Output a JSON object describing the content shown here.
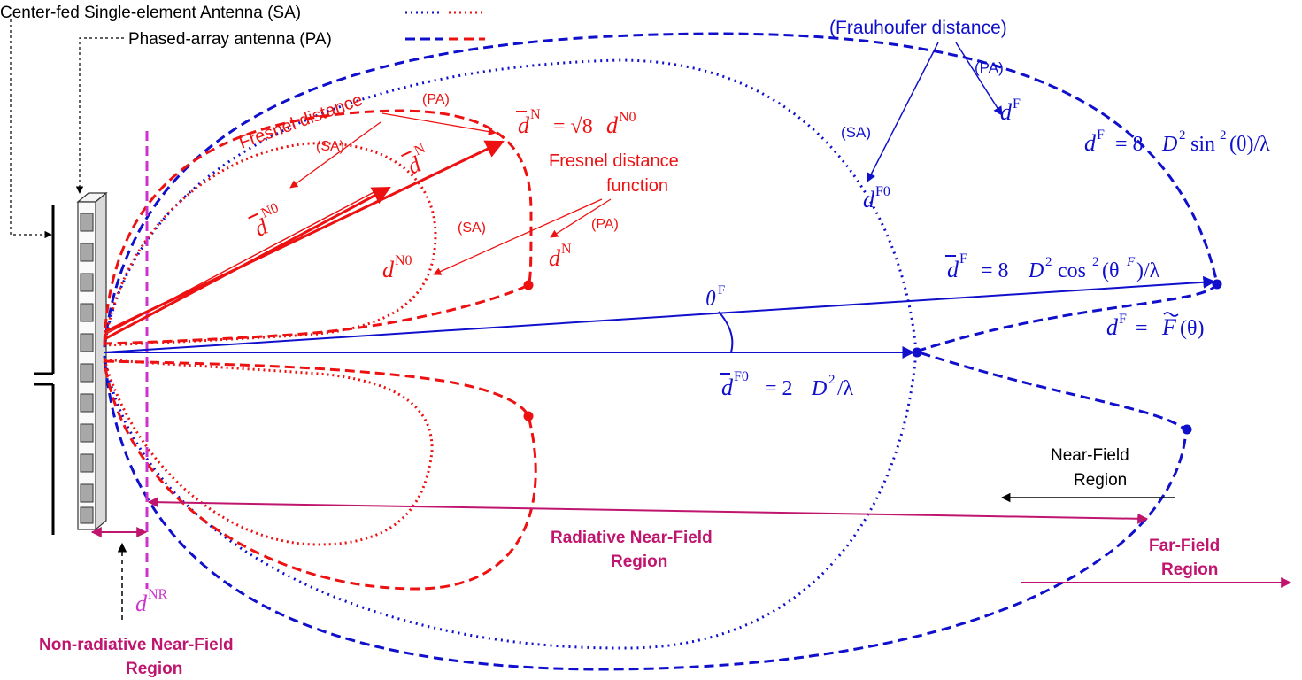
{
  "legend": {
    "sa_label": "Center-fed Single-element Antenna (SA)",
    "pa_label": "Phased-array antenna (PA)"
  },
  "labels": {
    "frauhoufer": "(Frauhoufer distance)",
    "fresnel_distance": "Fresnel distance",
    "fresnel_function_1": "Fresnel distance",
    "fresnel_function_2": "function",
    "pa": "(PA)",
    "sa": "(SA)",
    "near_field_1": "Near-Field",
    "near_field_2": "Region",
    "radiative_1": "Radiative  Near-Field",
    "radiative_2": "Region",
    "far_field_1": "Far-Field",
    "far_field_2": "Region",
    "nonradiative_1": "Non-radiative Near-Field",
    "nonradiative_2": "Region"
  },
  "symbols": {
    "d": "d",
    "sup_N": "N",
    "sup_N0": "N0",
    "sup_F": "F",
    "sup_F0": "F0",
    "sup_NR": "NR",
    "eq_dN_bar": "= √8",
    "eq_dF_bar_a": "= 8",
    "eq_dF_bar_b": "cos",
    "eq_dF_bar_c": "(θ",
    "eq_dF_bar_d": ")/λ",
    "eq_dF": "= 8",
    "eq_dF_b": "sin",
    "eq_dF_c": "(θ)/λ",
    "eq_dF0_bar": "= 2",
    "eq_dF0_bar_b": "/λ",
    "D": "D",
    "two": "2",
    "theta": "θ",
    "F_tilde": "F",
    "eq_tilde": "= ",
    "tilde_arg": "(θ)"
  },
  "colors": {
    "blue": "#1010cc",
    "red": "#ee1111",
    "magenta": "#c0156e",
    "violet": "#cc33cc"
  }
}
